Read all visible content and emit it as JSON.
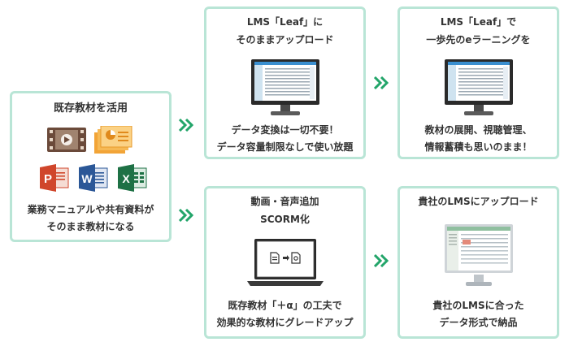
{
  "left": {
    "title": "既存教材を活用",
    "desc1": "業務マニュアルや共有資料が",
    "desc2": "そのまま教材になる",
    "office": {
      "ppt": "P",
      "word": "W",
      "excel": "X"
    }
  },
  "top_middle": {
    "title1": "LMS「Leaf」に",
    "title2": "そのままアップロード",
    "desc1": "データ変換は一切不要！",
    "desc2": "データ容量制限なしで使い放題"
  },
  "top_right": {
    "title1": "LMS「Leaf」で",
    "title2": "一歩先のeラーニングを",
    "desc1": "教材の展開、視聴管理、",
    "desc2": "情報蓄積も思いのまま！"
  },
  "bottom_middle": {
    "title1": "動画・音声追加",
    "title2": "SCORM化",
    "desc1": "既存教材「＋α」の工夫で",
    "desc2": "効果的な教材にグレードアップ"
  },
  "bottom_right": {
    "title1": "貴社のLMSにアップロード",
    "desc1": "貴社のLMSに合った",
    "desc2": "データ形式で納品"
  },
  "colors": {
    "border": "#b9e5d6",
    "arrow": "#23a56a",
    "ppt": "#d0462b",
    "word": "#2b5797",
    "excel": "#1e7145",
    "monitor": "#2a2a2a"
  }
}
